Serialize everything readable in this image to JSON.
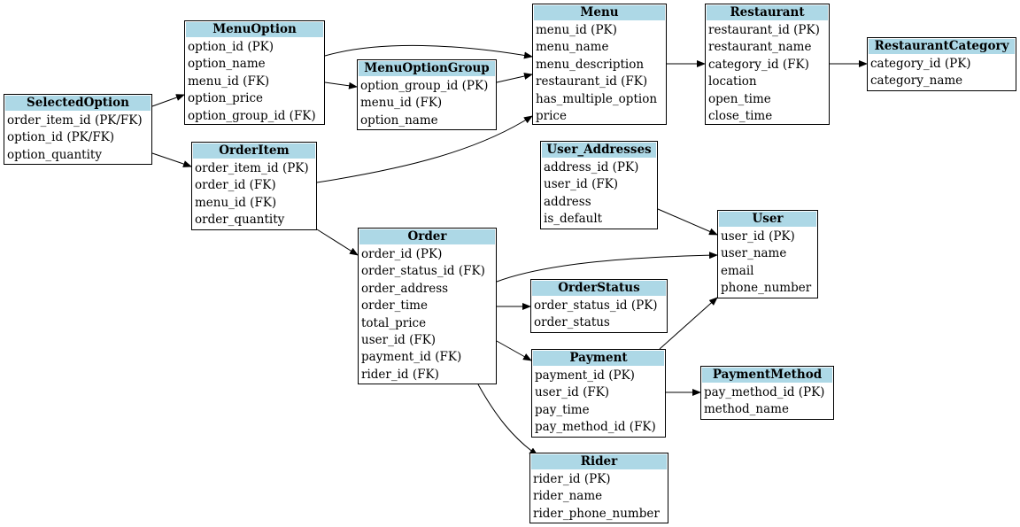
{
  "tables": [
    {
      "id": "MenuOption",
      "name": "MenuOption",
      "fields": [
        "option_id (PK)",
        "option_name",
        "menu_id (FK)",
        "option_price",
        "option_group_id (FK)"
      ]
    },
    {
      "id": "Menu",
      "name": "Menu",
      "fields": [
        "menu_id (PK)",
        "menu_name",
        "menu_description",
        "restaurant_id (FK)",
        "has_multiple_option",
        "price"
      ]
    },
    {
      "id": "Restaurant",
      "name": "Restaurant",
      "fields": [
        "restaurant_id (PK)",
        "restaurant_name",
        "category_id (FK)",
        "location",
        "open_time",
        "close_time"
      ]
    },
    {
      "id": "RestaurantCategory",
      "name": "RestaurantCategory",
      "fields": [
        "category_id (PK)",
        "category_name"
      ]
    },
    {
      "id": "MenuOptionGroup",
      "name": "MenuOptionGroup",
      "fields": [
        "option_group_id (PK)",
        "menu_id (FK)",
        "option_name"
      ]
    },
    {
      "id": "SelectedOption",
      "name": "SelectedOption",
      "fields": [
        "order_item_id (PK/FK)",
        "option_id (PK/FK)",
        "option_quantity"
      ]
    },
    {
      "id": "OrderItem",
      "name": "OrderItem",
      "fields": [
        "order_item_id (PK)",
        "order_id (FK)",
        "menu_id (FK)",
        "order_quantity"
      ]
    },
    {
      "id": "User_Addresses",
      "name": "User_Addresses",
      "fields": [
        "address_id (PK)",
        "user_id (FK)",
        "address",
        "is_default"
      ]
    },
    {
      "id": "User",
      "name": "User",
      "fields": [
        "user_id (PK)",
        "user_name",
        "email",
        "phone_number"
      ]
    },
    {
      "id": "Order",
      "name": "Order",
      "fields": [
        "order_id (PK)",
        "order_status_id (FK)",
        "order_address",
        "order_time",
        "total_price",
        "user_id (FK)",
        "payment_id (FK)",
        "rider_id (FK)"
      ]
    },
    {
      "id": "OrderStatus",
      "name": "OrderStatus",
      "fields": [
        "order_status_id (PK)",
        "order_status"
      ]
    },
    {
      "id": "Payment",
      "name": "Payment",
      "fields": [
        "payment_id (PK)",
        "user_id (FK)",
        "pay_time",
        "pay_method_id (FK)"
      ]
    },
    {
      "id": "PaymentMethod",
      "name": "PaymentMethod",
      "fields": [
        "pay_method_id (PK)",
        "method_name"
      ]
    },
    {
      "id": "Rider",
      "name": "Rider",
      "fields": [
        "rider_id (PK)",
        "rider_name",
        "rider_phone_number"
      ]
    }
  ],
  "relationships": [
    {
      "from": "SelectedOption",
      "to": "MenuOption"
    },
    {
      "from": "SelectedOption",
      "to": "OrderItem"
    },
    {
      "from": "MenuOption",
      "to": "Menu"
    },
    {
      "from": "MenuOption",
      "to": "MenuOptionGroup"
    },
    {
      "from": "MenuOptionGroup",
      "to": "Menu"
    },
    {
      "from": "OrderItem",
      "to": "Menu"
    },
    {
      "from": "OrderItem",
      "to": "Order"
    },
    {
      "from": "Menu",
      "to": "Restaurant"
    },
    {
      "from": "Restaurant",
      "to": "RestaurantCategory"
    },
    {
      "from": "User_Addresses",
      "to": "User"
    },
    {
      "from": "Order",
      "to": "User"
    },
    {
      "from": "Order",
      "to": "OrderStatus"
    },
    {
      "from": "Order",
      "to": "Payment"
    },
    {
      "from": "Order",
      "to": "Rider"
    },
    {
      "from": "Payment",
      "to": "User"
    },
    {
      "from": "Payment",
      "to": "PaymentMethod"
    }
  ],
  "colors": {
    "header": "#add8e6",
    "border": "#000000",
    "edge": "#000000"
  }
}
